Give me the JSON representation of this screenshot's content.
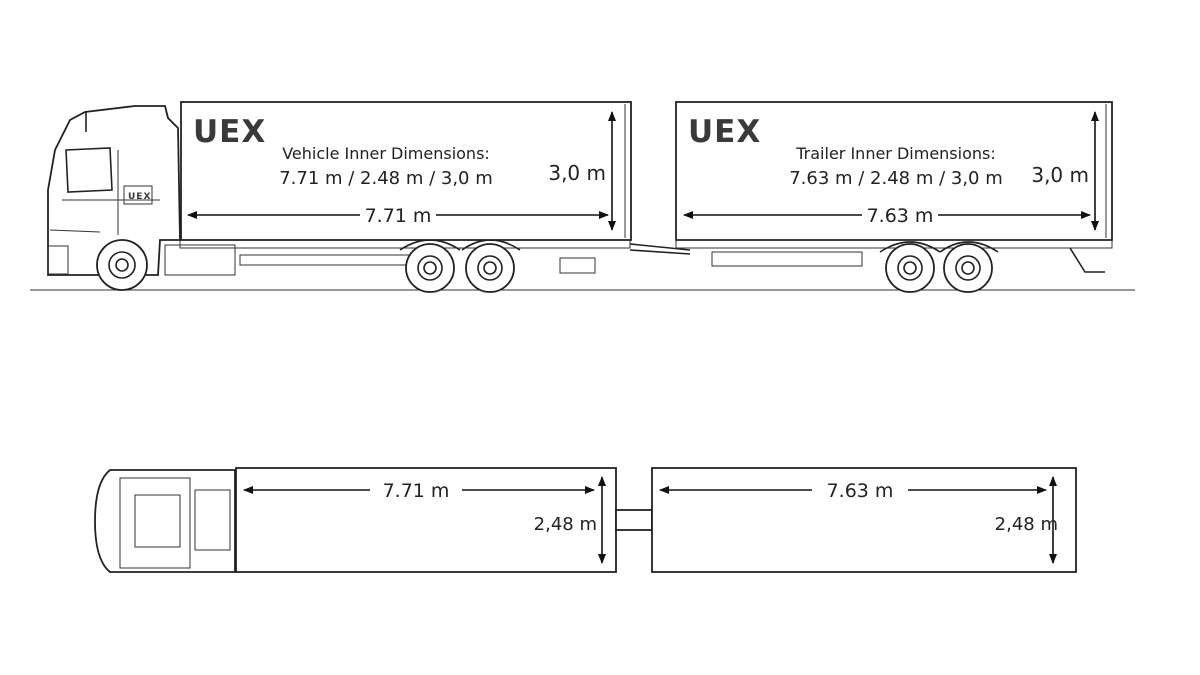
{
  "logo": "UEX",
  "side_view": {
    "vehicle": {
      "title": "Vehicle Inner Dimensions:",
      "summary": "7.71 m / 2.48 m / 3,0 m",
      "length_label": "7.71 m",
      "height_label": "3,0 m"
    },
    "trailer": {
      "title": "Trailer Inner Dimensions:",
      "summary": "7.63 m / 2.48 m / 3,0 m",
      "length_label": "7.63 m",
      "height_label": "3,0 m"
    }
  },
  "top_view": {
    "vehicle": {
      "length_label": "7.71 m",
      "width_label": "2,48 m"
    },
    "trailer": {
      "length_label": "7.63 m",
      "width_label": "2,48 m"
    }
  }
}
